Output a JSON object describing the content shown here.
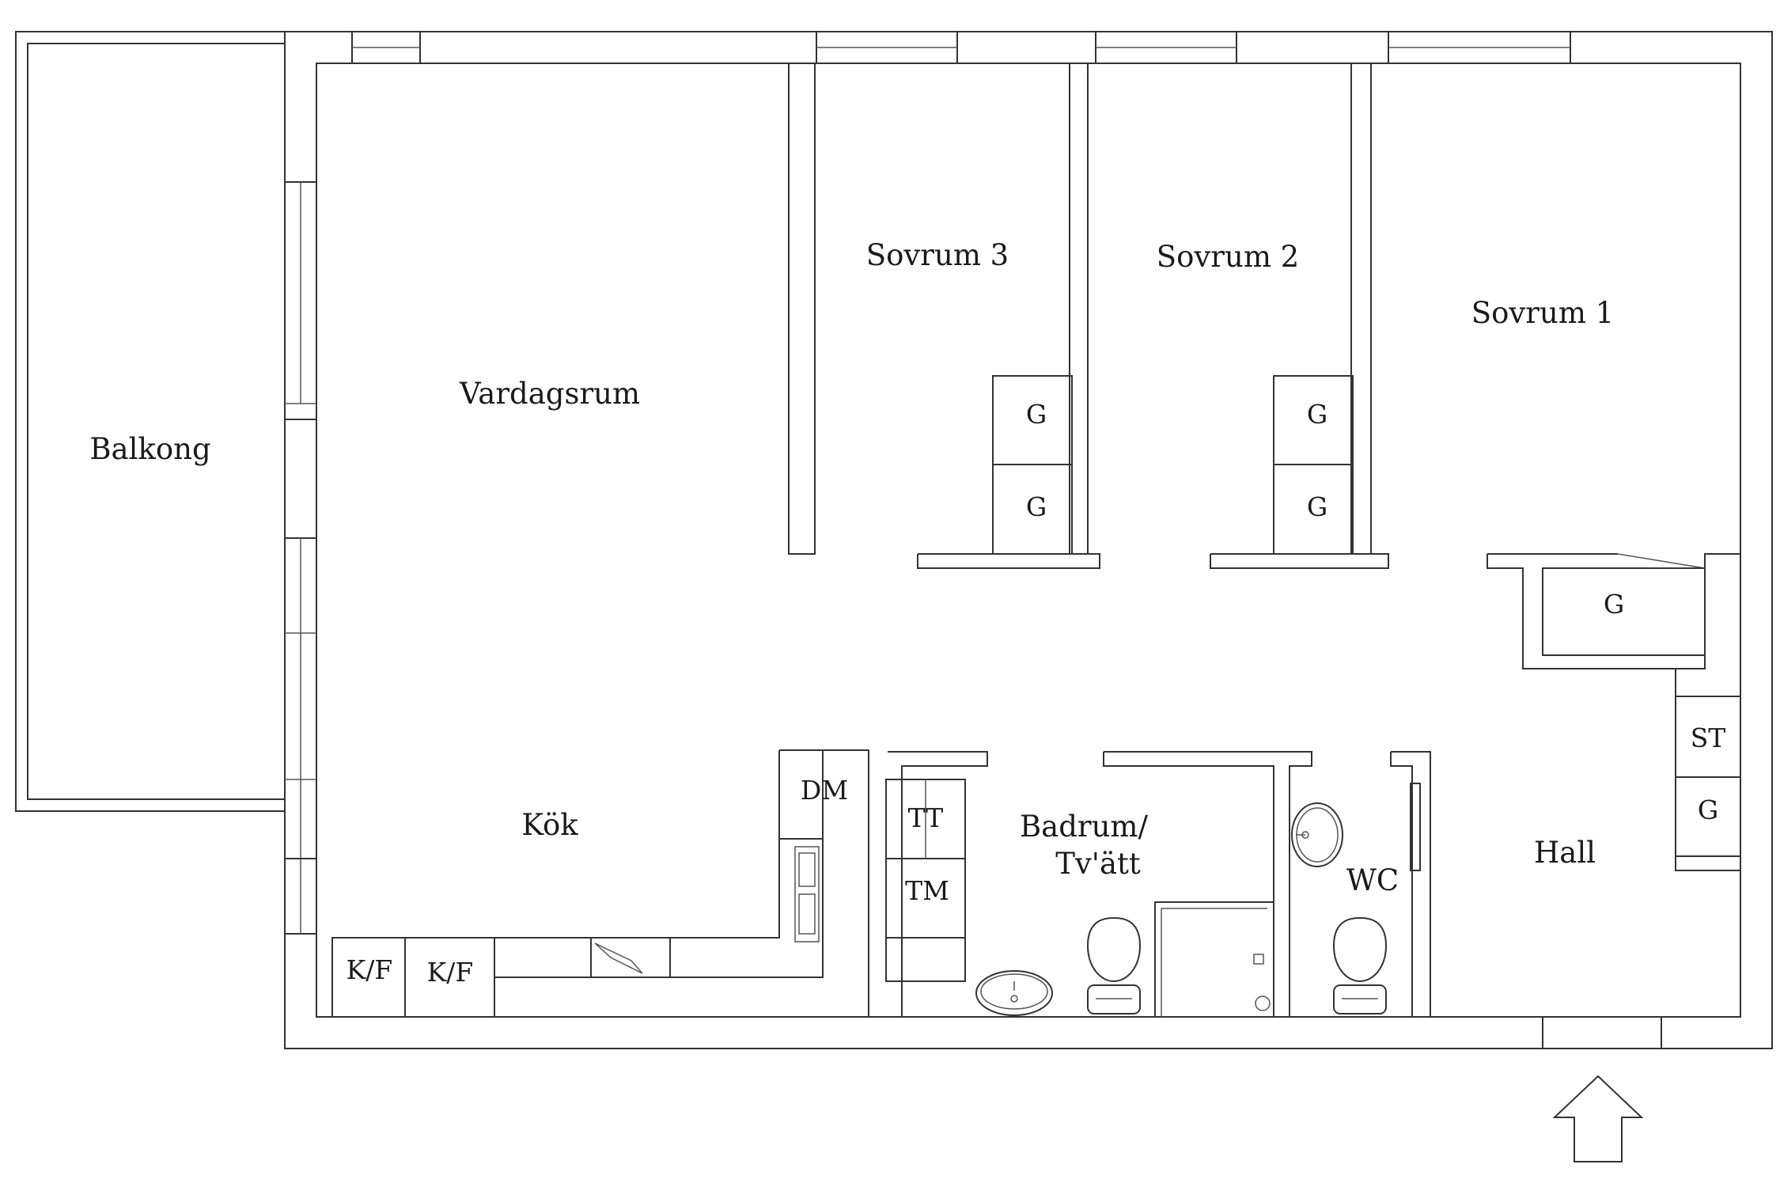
{
  "rooms": {
    "balkong": "Balkong",
    "vardagsrum": "Vardagsrum",
    "kok": "Kök",
    "sovrum3": "Sovrum 3",
    "sovrum2": "Sovrum 2",
    "sovrum1": "Sovrum 1",
    "badrum_line1": "Badrum/",
    "badrum_line2": "Tv'ätt",
    "wc": "WC",
    "hall": "Hall"
  },
  "fixtures": {
    "dm": "DM",
    "tt": "TT",
    "tm": "TM",
    "kf_1": "K/F",
    "kf_2": "K/F",
    "st": "ST",
    "g_sov3_top": "G",
    "g_sov3_bottom": "G",
    "g_sov2_top": "G",
    "g_sov2_bottom": "G",
    "g_sov1": "G",
    "g_hall": "G"
  },
  "icons": {
    "entrance": "arrow-up-icon",
    "sink": "sink-icon",
    "toilet": "toilet-icon",
    "stove": "stove-icon"
  },
  "colors": {
    "wall": "#333333",
    "background": "#ffffff",
    "text": "#1a1a1a"
  }
}
